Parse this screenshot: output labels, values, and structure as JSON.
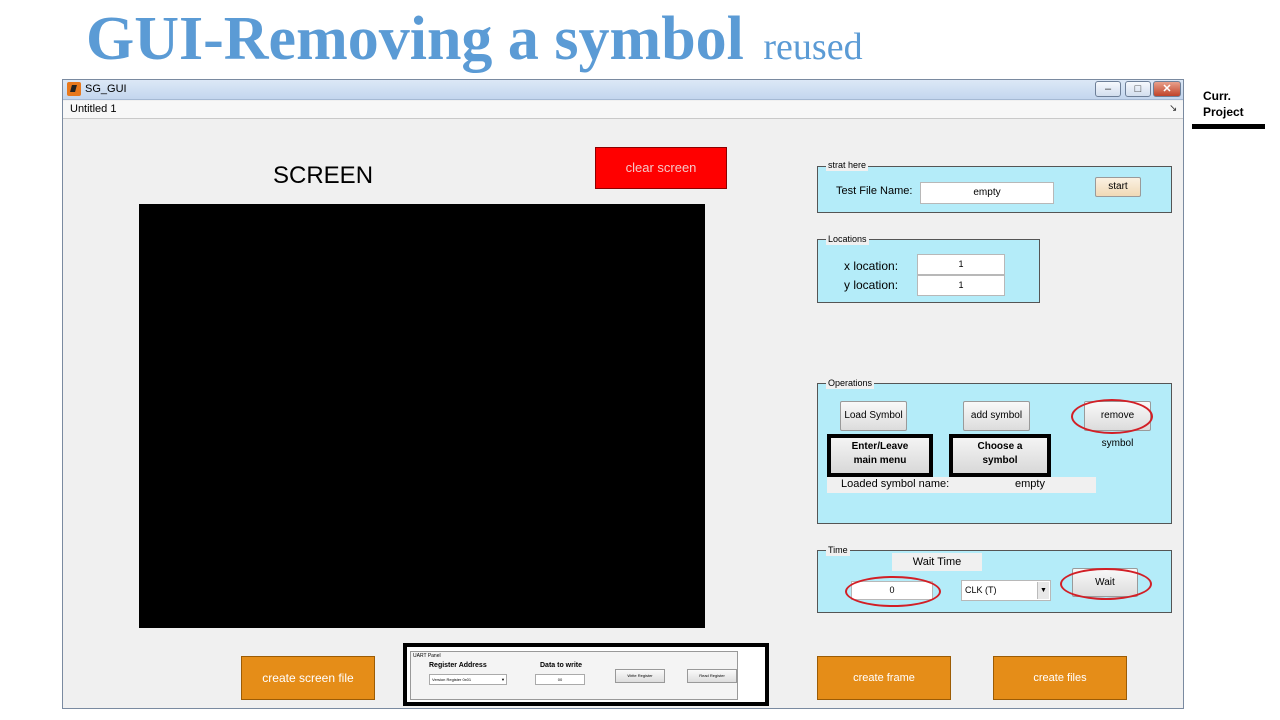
{
  "slide": {
    "title": "GUI-Removing a symbol",
    "subtitle": "reused",
    "side_note_line1": "Curr.",
    "side_note_line2": "Project"
  },
  "window": {
    "title": "SG_GUI",
    "menu_label": "Untitled 1",
    "minimize": "–",
    "maximize": "□",
    "close": "✕",
    "menu_arrow": "↘"
  },
  "screen": {
    "label": "SCREEN",
    "clear_button": "clear screen"
  },
  "start_panel": {
    "title": "strat here",
    "test_file_label": "Test File Name:",
    "test_file_value": "empty",
    "start_button": "start"
  },
  "locations_panel": {
    "title": "Locations",
    "x_label": "x location:",
    "x_value": "1",
    "y_label": "y location:",
    "y_value": "1"
  },
  "operations_panel": {
    "title": "Operations",
    "load_symbol": "Load Symbol",
    "add_symbol": "add symbol",
    "remove_symbol": "remove symbol",
    "enter_leave_line1": "Enter/Leave",
    "enter_leave_line2": "main menu",
    "choose_symbol_line1": "Choose a",
    "choose_symbol_line2": "symbol",
    "loaded_symbol_label": "Loaded symbol name:",
    "loaded_symbol_value": "empty"
  },
  "time_panel": {
    "title": "Time",
    "wait_time_label": "Wait Time",
    "wait_value": "0",
    "clock_select": "CLK (T)",
    "wait_button": "Wait"
  },
  "bottom": {
    "create_screen_file": "create screen file",
    "create_frame": "create frame",
    "create_files": "create files"
  },
  "uart": {
    "title": "UART Panel",
    "register_label": "Register Address",
    "data_label": "Data to write",
    "register_select": "Version Register 0x01",
    "data_value": "00",
    "write_button": "Write Register",
    "read_button": "Read Register"
  },
  "colors": {
    "title_blue": "#5b9bd5",
    "panel_cyan": "#b4ecf9",
    "clear_red": "#ff0000",
    "orange": "#e58d18",
    "highlight_red": "#d21f26"
  }
}
